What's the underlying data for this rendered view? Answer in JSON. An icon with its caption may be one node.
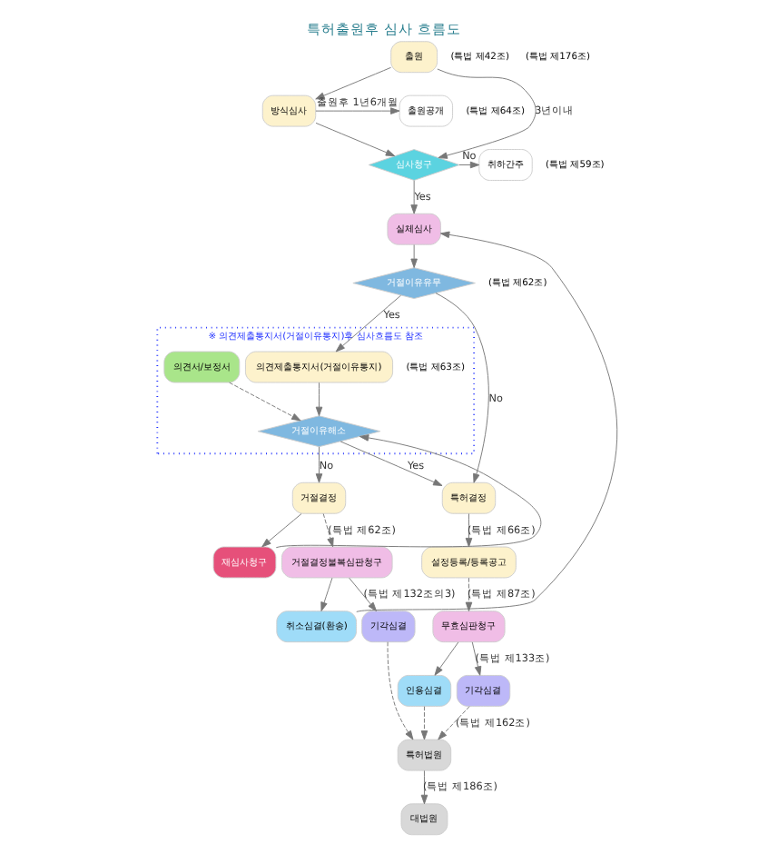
{
  "diagram": {
    "title": "특허출원후 심사 흐름도",
    "nodes": [
      {
        "text": [
          "출원"
        ],
        "beside": [
          "(특법 제42조)"
        ]
      },
      {
        "text": [
          "방식심사"
        ]
      },
      {
        "text": [
          "출원공개"
        ],
        "beside": [
          "(특법 제64조)"
        ]
      },
      {
        "text": [
          "심사청구"
        ]
      },
      {
        "text": [
          "취하간주"
        ],
        "beside": [
          "(특법 제59조)"
        ]
      },
      {
        "text": [
          "실체심사"
        ]
      },
      {
        "text": [
          "거절이유유무"
        ],
        "beside": [
          "(특법 제62조)"
        ]
      },
      {
        "text": [
          "※ 의견제출통지서(거절이유통지)후 심사흐름도 참조"
        ]
      },
      {
        "text": [
          "의견제출통지서(거절이유통지)"
        ],
        "beside": [
          "(특법 제63조)"
        ],
        "in": 7
      },
      {
        "text": [
          "의견서/보정서"
        ],
        "in": 7
      },
      {
        "text": [
          "거절이유해소"
        ],
        "in": 7
      },
      {
        "text": [
          "특허결정"
        ]
      },
      {
        "text": [
          "설정등록/등록공고"
        ]
      },
      {
        "text": [
          "무효심판청구"
        ]
      },
      {
        "text": [
          "기각심결"
        ]
      },
      {
        "text": [
          "인용심결"
        ]
      },
      {
        "text": [
          "거절결정"
        ]
      },
      {
        "text": [
          "재심사청구"
        ]
      },
      {
        "text": [
          "거절결정불복심판청구"
        ]
      },
      {
        "text": [
          "기각심결"
        ]
      },
      {
        "text": [
          "취소심결(환송)"
        ]
      },
      {
        "text": [
          "특허법원"
        ]
      },
      {
        "text": [
          "대법원"
        ]
      }
    ],
    "edges": [
      {
        "from": 0,
        "to": 1,
        "arrow": "to"
      },
      {
        "from": 0,
        "to": 3,
        "arrow": "to",
        "label": "3년이내"
      },
      {
        "from": 1,
        "to": 2,
        "arrow": "to",
        "label": "출원후 1년6개월"
      },
      {
        "from": 1,
        "to": 3,
        "arrow": "to"
      },
      {
        "from": 3,
        "to": 4,
        "arrow": "to",
        "label": "No"
      },
      {
        "from": 3,
        "to": 5,
        "arrow": "to",
        "label": "Yes"
      },
      {
        "from": 5,
        "to": 6,
        "arrow": "to"
      },
      {
        "from": 6,
        "to": 8,
        "arrow": "to",
        "label": "Yes"
      },
      {
        "from": 6,
        "to": 11,
        "arrow": "to",
        "label": "No"
      },
      {
        "from": 8,
        "to": 10,
        "arrow": "to"
      },
      {
        "from": 9,
        "to": 10,
        "arrow": "to",
        "style": "dashed"
      },
      {
        "from": 10,
        "to": 11,
        "arrow": "to",
        "label": "Yes"
      },
      {
        "from": 10,
        "to": 16,
        "arrow": "to",
        "label": "No"
      },
      {
        "from": 16,
        "to": 17,
        "arrow": "to"
      },
      {
        "from": 17,
        "to": 10,
        "arrow": "to"
      },
      {
        "from": 11,
        "to": 12,
        "arrow": "to",
        "label": "(특법 제66조)"
      },
      {
        "from": 12,
        "to": 13,
        "arrow": "to",
        "style": "dashed",
        "label": "(특법 제87조)"
      },
      {
        "from": 13,
        "to": 14,
        "arrow": "to",
        "label": "(특법 제133조)"
      },
      {
        "from": 13,
        "to": 15,
        "arrow": "to"
      },
      {
        "from": 16,
        "to": 18,
        "arrow": "to",
        "style": "dashed",
        "label": "(특법 제62조)"
      },
      {
        "from": 18,
        "to": 19,
        "arrow": "to",
        "label": "(특법 제132조의3)"
      },
      {
        "from": 18,
        "to": 20,
        "arrow": "to"
      },
      {
        "from": 14,
        "to": 21,
        "arrow": "to",
        "style": "dashed",
        "label": "(특법 제162조)"
      },
      {
        "from": 15,
        "to": 21,
        "arrow": "to",
        "style": "dashed"
      },
      {
        "from": 19,
        "to": 21,
        "arrow": "to",
        "style": "dashed"
      },
      {
        "from": 20,
        "to": 5,
        "arrow": "to"
      },
      {
        "from": 21,
        "to": 22,
        "arrow": "to",
        "label": "(특법 제186조)"
      }
    ],
    "labels": [
      "(특법 제176조)"
    ]
  }
}
